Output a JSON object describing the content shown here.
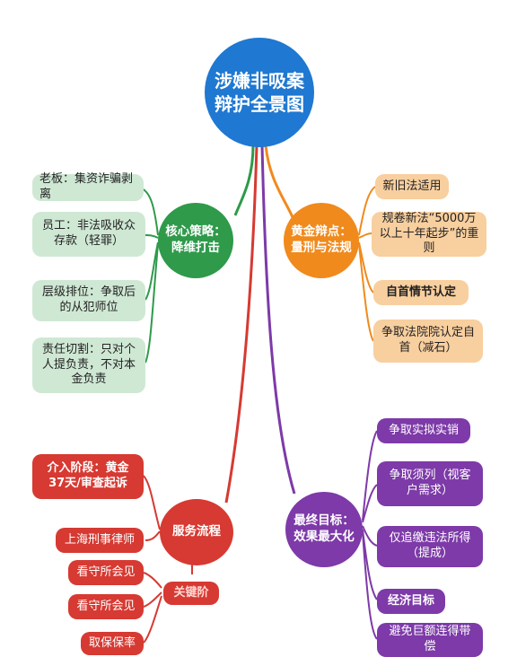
{
  "center": {
    "line1": "涉嫌非吸案",
    "line2": "辩护全景图"
  },
  "colors": {
    "hub": "#1f78d1",
    "green": "#2e9a4a",
    "orange": "#f08a1c",
    "red": "#d63a32",
    "purple": "#7d3aa8"
  },
  "green": {
    "title_line1": "核心策略：",
    "title_line2": "降维打击",
    "items": [
      {
        "text": "老板：集资诈骗剥离"
      },
      {
        "text": "员工：非法吸收众存款（轻罪）"
      },
      {
        "text": "层级排位：争取后的从犯师位"
      },
      {
        "text": "责任切割：只对个人提负责，不对本金负责"
      }
    ]
  },
  "orange": {
    "title_line1": "黄金辩点：",
    "title_line2": "量刑与法规",
    "items": [
      {
        "text": "新旧法适用"
      },
      {
        "text": "规卷新法“5000万以上十年起步”的重则"
      },
      {
        "text": "自首情节认定"
      },
      {
        "text": "争取法院院认定自首（减石）"
      }
    ]
  },
  "red": {
    "title": "服务流程",
    "items": [
      {
        "text": "介入阶段：黄金37天/审查起诉"
      },
      {
        "text": "上海刑事律师"
      },
      {
        "text": "看守所会见"
      },
      {
        "text": "看守所会见"
      },
      {
        "text": "取保保率"
      }
    ],
    "sub": "关键阶"
  },
  "purple": {
    "title_line1": "最终目标：",
    "title_line2": "效果最大化",
    "items": [
      {
        "text": "争取实拟实销"
      },
      {
        "text": "争取须列（视客户需求）"
      },
      {
        "text": "仅追缴违法所得（提成）"
      },
      {
        "text": "经济目标"
      },
      {
        "text": "避免巨额连得带偿"
      }
    ]
  }
}
